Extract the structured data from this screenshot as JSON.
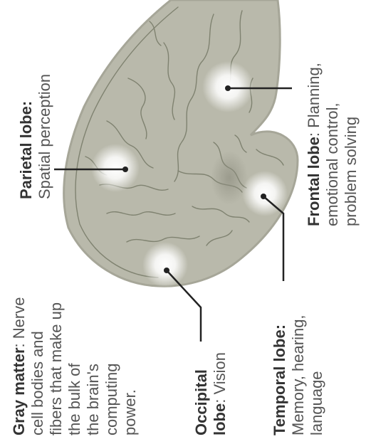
{
  "colors": {
    "brain_fill": "#b9b9ab",
    "brain_rim": "#a6a698",
    "folds": "#7f8270",
    "heading_text": "#333333",
    "body_text": "#555555",
    "leader_line": "#222222",
    "highlight": "#ffffff"
  },
  "labels": {
    "gray_matter": {
      "heading": "Gray matter",
      "lines": [
        ": Nerve",
        "cell bodies and",
        "fibers that make up",
        "the bulk of",
        "the brain's",
        "computing",
        "power."
      ]
    },
    "parietal": {
      "heading": "Parietal lobe:",
      "lines": [
        "Spatial perception"
      ]
    },
    "frontal": {
      "heading": "Frontal lobe",
      "lines": [
        ": Planning,",
        "emotional control,",
        "problem solving"
      ]
    },
    "occipital": {
      "heading_lines": [
        "Occipital",
        "lobe"
      ],
      "text": ": Vision"
    },
    "temporal": {
      "heading": "Temporal lobe:",
      "lines": [
        "Memory, hearing,",
        "language"
      ]
    }
  }
}
